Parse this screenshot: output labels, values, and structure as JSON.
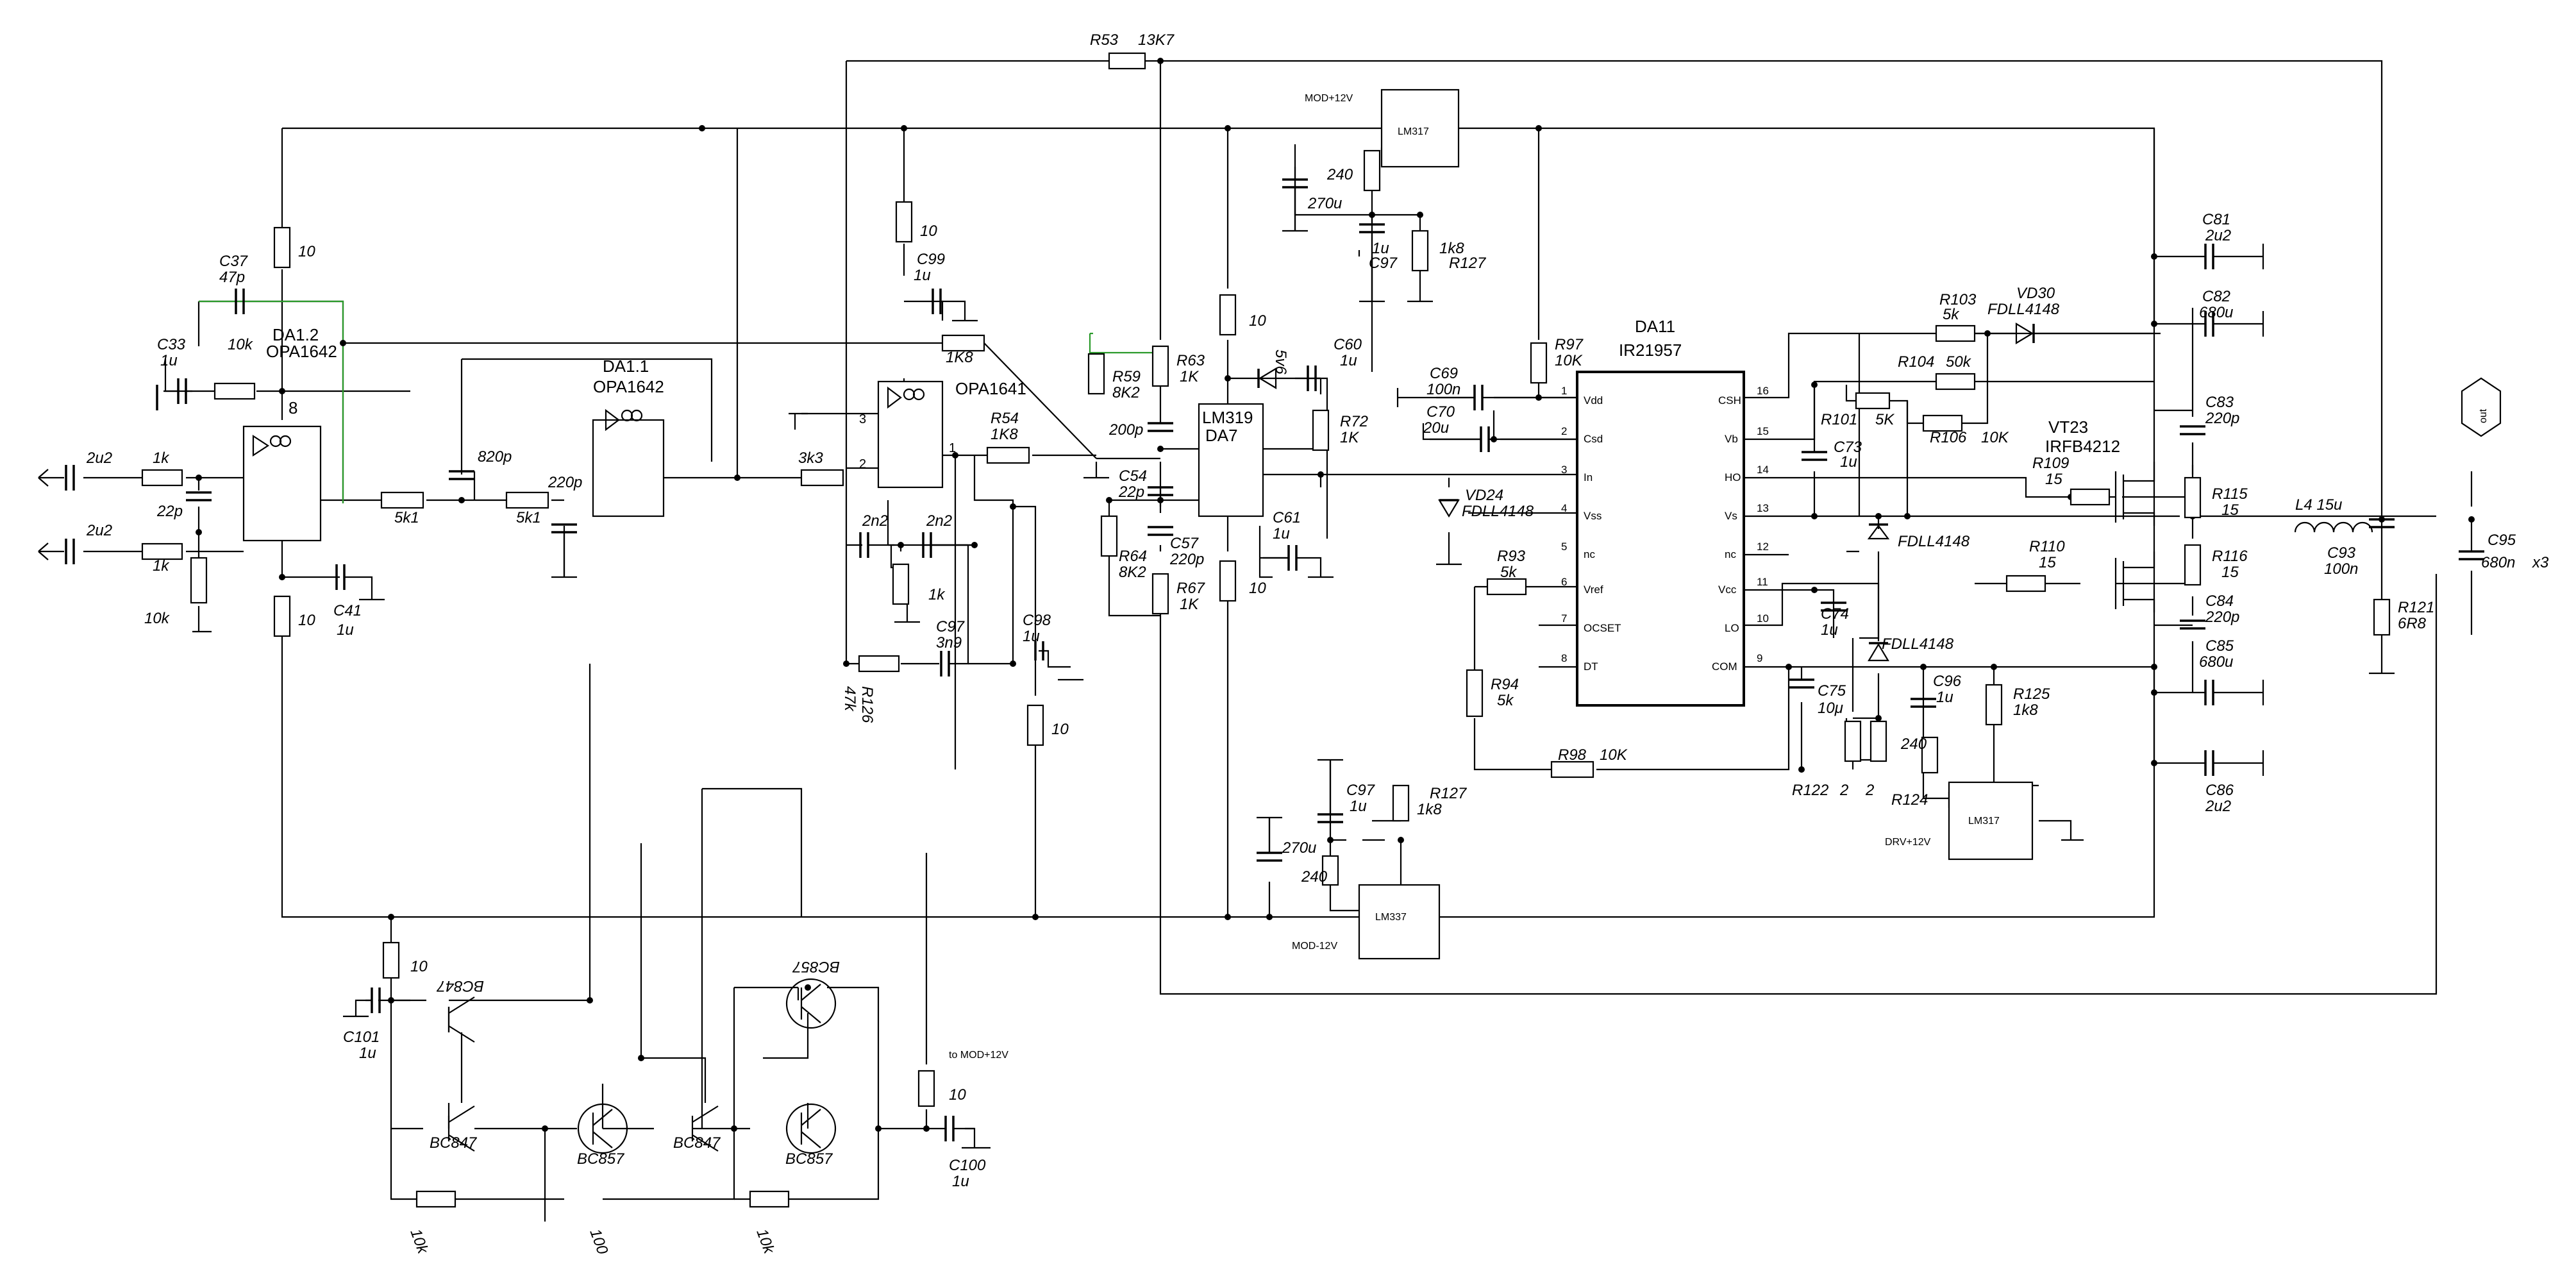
{
  "ic": {
    "da1_2": {
      "ref": "DA1.2",
      "part": "OPA1642",
      "pin": "8"
    },
    "da1_1": {
      "ref": "DA1.1",
      "part": "OPA1642"
    },
    "opa1641": {
      "part": "OPA1641",
      "p1": "1",
      "p2": "2",
      "p3": "3"
    },
    "da7": {
      "part": "LM319",
      "ref": "DA7"
    },
    "da11": {
      "ref": "DA11",
      "part": "IR21957"
    },
    "lm317_top": {
      "part": "LM317",
      "rail": "MOD+12V"
    },
    "lm317_drv": {
      "part": "LM317",
      "rail": "DRV+12V"
    },
    "lm337": {
      "part": "LM337",
      "rail": "MOD-12V"
    },
    "vt23": {
      "ref": "VT23",
      "part": "IRFB4212"
    }
  },
  "da11_pins_left": [
    {
      "num": "1",
      "name": "Vdd"
    },
    {
      "num": "2",
      "name": "Csd"
    },
    {
      "num": "3",
      "name": "In"
    },
    {
      "num": "4",
      "name": "Vss"
    },
    {
      "num": "5",
      "name": "nc"
    },
    {
      "num": "6",
      "name": "Vref"
    },
    {
      "num": "7",
      "name": "OCSET"
    },
    {
      "num": "8",
      "name": "DT"
    }
  ],
  "da11_pins_right": [
    {
      "num": "16",
      "name": "CSH"
    },
    {
      "num": "15",
      "name": "Vb"
    },
    {
      "num": "14",
      "name": "HO"
    },
    {
      "num": "13",
      "name": "Vs"
    },
    {
      "num": "12",
      "name": "nc"
    },
    {
      "num": "11",
      "name": "Vcc"
    },
    {
      "num": "10",
      "name": "LO"
    },
    {
      "num": "9",
      "name": "COM"
    }
  ],
  "labels": {
    "c2u2a": "2u2",
    "c2u2b": "2u2",
    "r1ka": "1k",
    "r1kb": "1k",
    "c22p": "22p",
    "r10k_in": "10k",
    "c33": "C33",
    "c33v": "1u",
    "c37": "C37",
    "c37v": "47p",
    "r10k_fb": "10k",
    "r10_top": "10",
    "c41": "C41",
    "c41v": "1u",
    "r10_bot": "10",
    "r5k1a": "5k1",
    "r5k1b": "5k1",
    "c820p": "820p",
    "c220p": "220p",
    "r3k3": "3k3",
    "r10_opa": "10",
    "c99": "C99",
    "c99v": "1u",
    "r1k8_fb": "1K8",
    "r54": "R54",
    "r54v": "1K8",
    "c2n2a": "2n2",
    "c2n2b": "2n2",
    "r1k_opa": "1k",
    "c97a": "C97",
    "c97av": "3n9",
    "r126": "R126",
    "r126v": "47k",
    "c98": "C98",
    "c98v": "1u",
    "r10_c98": "10",
    "r53": "R53",
    "r53v": "13K7",
    "r59": "R59",
    "r59v": "8K2",
    "r63": "R63",
    "r63v": "1K",
    "c200p": "200p",
    "c54": "C54",
    "c54v": "22p",
    "c57": "C57",
    "c57v": "220p",
    "r64": "R64",
    "r64v": "8K2",
    "r67": "R67",
    "r67v": "1K",
    "r10_cmp": "10",
    "c61": "C61",
    "c61v": "1u",
    "r10_z": "10",
    "z5v6": "5v6",
    "c60": "C60",
    "c60v": "1u",
    "r72": "R72",
    "r72v": "1K",
    "c240a": "240",
    "c270a": "270u",
    "c1u_97": "1u",
    "c97b": "C97",
    "r1k8_127": "1k8",
    "r127": "R127",
    "r97": "R97",
    "r97v": "10K",
    "c69": "C69",
    "c69v": "100n",
    "c70": "C70",
    "c70v": "20u",
    "vd24": "VD24",
    "vd24v": "FDLL4148",
    "r93": "R93",
    "r93v": "5k",
    "r94": "R94",
    "r94v": "5k",
    "r98": "R98",
    "r98v": "10K",
    "r103": "R103",
    "r103v": "5k",
    "vd30": "VD30",
    "vd30v": "FDLL4148",
    "r104": "R104",
    "r104v": "50k",
    "r101": "R101",
    "r101v": "5K",
    "r106": "R106",
    "r106v": "10K",
    "c73": "C73",
    "c73v": "1u",
    "fdll_a": "FDLL4148",
    "c74": "C74",
    "c74v": "1u",
    "fdll_b": "FDLL4148",
    "c75": "C75",
    "c75v": "10μ",
    "r122": "R122",
    "r122v": "2",
    "r122v2": "2",
    "c96": "C96",
    "c96v": "1u",
    "r125": "R125",
    "r125v": "1k8",
    "c240b": "240",
    "r124": "R124",
    "r109": "R109",
    "r109v": "15",
    "r110": "R110",
    "r110v": "15",
    "c81": "C81",
    "c81v": "2u2",
    "c82": "C82",
    "c82v": "680u",
    "c83": "C83",
    "c83v": "220p",
    "r115": "R115",
    "r115v": "15",
    "r116": "R116",
    "r116v": "15",
    "c84": "C84",
    "c84v": "220p",
    "c85": "C85",
    "c85v": "680u",
    "c86": "C86",
    "c86v": "2u2",
    "l4": "L4 15u",
    "c93": "C93",
    "c93v": "100n",
    "r121": "R121",
    "r121v": "6R8",
    "c95": "C95",
    "c95v": "680n",
    "c95x": "x3",
    "out": "out",
    "c97c": "C97",
    "c97cv": "1u",
    "r127b": "R127",
    "r127bv": "1k8",
    "c270b": "270u",
    "c240c": "240",
    "r10_q": "10",
    "c101": "C101",
    "c101v": "1u",
    "bc847a": "BC847",
    "bc847b": "BC847",
    "bc847c": "BC847",
    "bc857a": "BC857",
    "bc857b": "BC857",
    "bc857c": "BC857",
    "r10k_qa": "10k",
    "r100_q": "100",
    "r10k_qb": "10k",
    "to_mod": "to  MOD+12V",
    "r10_mod": "10",
    "c100": "C100",
    "c100v": "1u"
  }
}
